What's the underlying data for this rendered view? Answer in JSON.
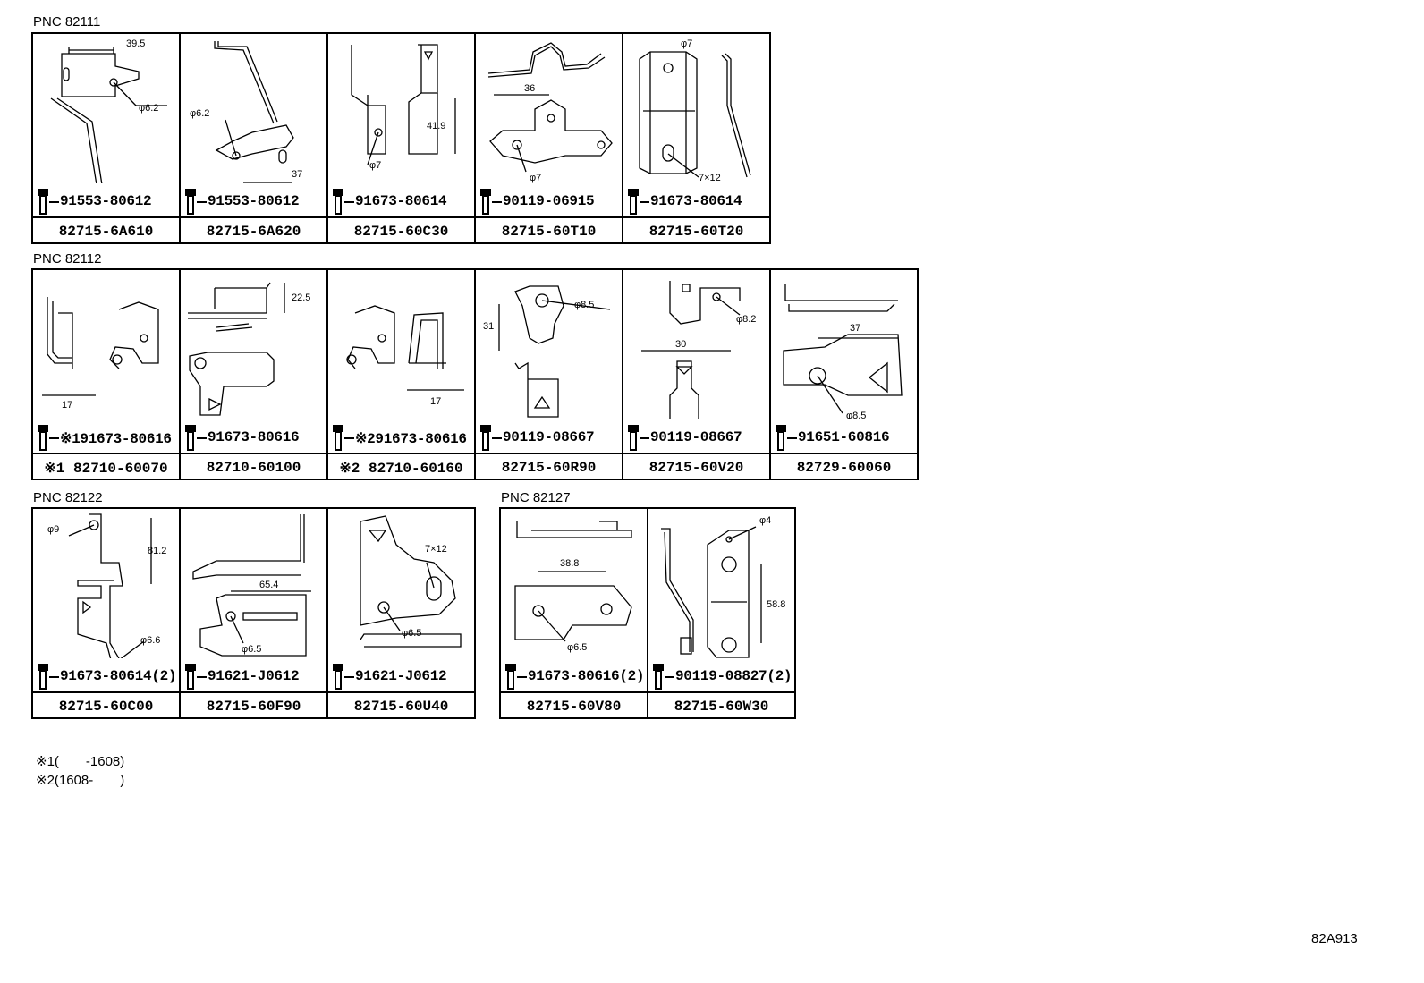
{
  "sections": [
    {
      "pnc": "PNC 82111",
      "cells": [
        {
          "dims": [
            "39.5",
            "φ6.2"
          ],
          "bolt": "91553-80612",
          "part": "82715-6A610"
        },
        {
          "dims": [
            "φ6.2",
            "37"
          ],
          "bolt": "91553-80612",
          "part": "82715-6A620"
        },
        {
          "dims": [
            "41.9",
            "φ7"
          ],
          "bolt": "91673-80614",
          "part": "82715-60C30"
        },
        {
          "dims": [
            "36",
            "φ7"
          ],
          "bolt": "90119-06915",
          "part": "82715-60T10"
        },
        {
          "dims": [
            "φ7",
            "7×12"
          ],
          "bolt": "91673-80614",
          "part": "82715-60T20"
        }
      ]
    },
    {
      "pnc": "PNC 82112",
      "cells": [
        {
          "dims": [
            "17"
          ],
          "bolt": "※191673-80616",
          "part": "※1 82710-60070"
        },
        {
          "dims": [
            "22.5"
          ],
          "bolt": "91673-80616",
          "part": "82710-60100"
        },
        {
          "dims": [
            "17"
          ],
          "bolt": "※291673-80616",
          "part": "※2 82710-60160"
        },
        {
          "dims": [
            "31",
            "φ8.5"
          ],
          "bolt": "90119-08667",
          "part": "82715-60R90"
        },
        {
          "dims": [
            "30",
            "φ8.2"
          ],
          "bolt": "90119-08667",
          "part": "82715-60V20"
        },
        {
          "dims": [
            "37",
            "φ8.5"
          ],
          "bolt": "91651-60816",
          "part": "82729-60060"
        }
      ]
    },
    {
      "pnc": "PNC 82122",
      "cells": [
        {
          "dims": [
            "φ9",
            "81.2",
            "φ6.6"
          ],
          "bolt": "91673-80614(2)",
          "part": "82715-60C00"
        },
        {
          "dims": [
            "65.4",
            "φ6.5"
          ],
          "bolt": "91621-J0612",
          "part": "82715-60F90"
        },
        {
          "dims": [
            "7×12",
            "φ6.5"
          ],
          "bolt": "91621-J0612",
          "part": "82715-60U40"
        }
      ]
    },
    {
      "pnc": "PNC 82127",
      "cells": [
        {
          "dims": [
            "38.8",
            "φ6.5"
          ],
          "bolt": "91673-80616(2)",
          "part": "82715-60V80"
        },
        {
          "dims": [
            "φ4",
            "58.8"
          ],
          "bolt": "90119-08827(2)",
          "part": "82715-60W30"
        }
      ]
    }
  ],
  "notes": [
    "※1(　　-1608)",
    "※2(1608-　　)"
  ],
  "diagram_code": "82A913"
}
